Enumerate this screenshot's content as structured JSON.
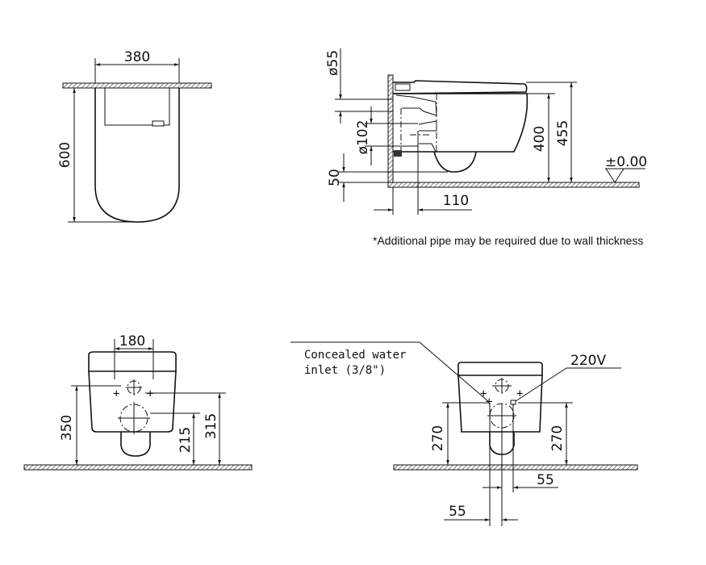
{
  "views": {
    "top_view": {
      "width_dim": "380",
      "depth_dim": "600"
    },
    "side_view": {
      "dia_55": "ø55",
      "dia_102": "ø102",
      "dim_50": "50",
      "dim_110": "110",
      "dim_400": "400",
      "dim_455": "455",
      "floor_level": "±0.00"
    },
    "front_view_left": {
      "dim_180": "180",
      "dim_350": "350",
      "dim_215": "215",
      "dim_315": "315"
    },
    "front_view_right": {
      "inlet_label_line1": "Concealed water",
      "inlet_label_line2": "inlet (3/8\")",
      "power_label": "220V",
      "dim_270_left": "270",
      "dim_270_right": "270",
      "dim_55_upper": "55",
      "dim_55_lower": "55"
    }
  },
  "note": "*Additional pipe may be required due to wall thickness"
}
